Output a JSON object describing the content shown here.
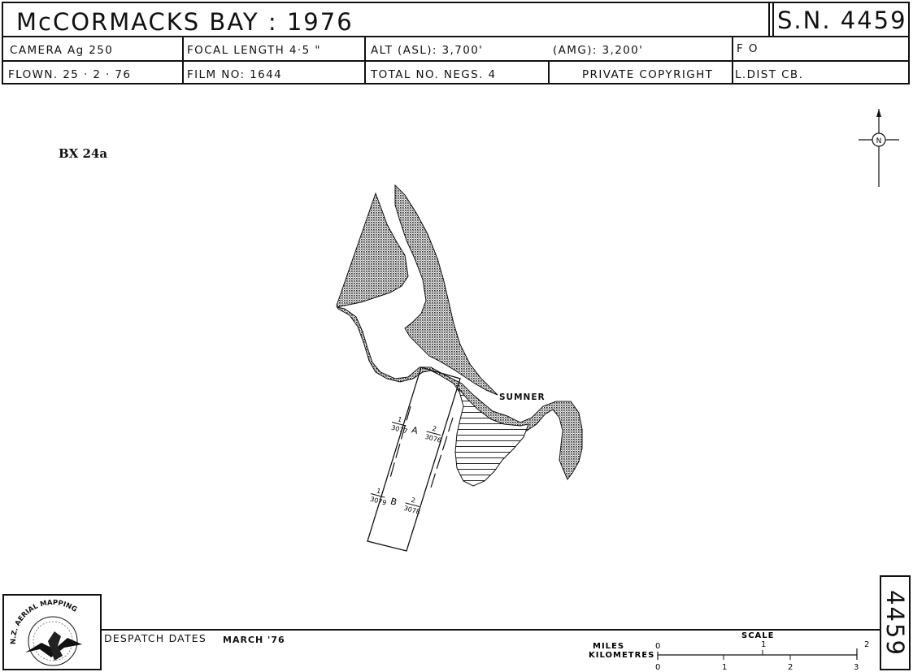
{
  "header": {
    "title": "McCORMACKS  BAY  :  1976",
    "sheet": "S.N. 4459",
    "camera": "CAMERA  Ag  250",
    "focal_length": "FOCAL  LENGTH  4·5 \"",
    "alt_asl": "ALT (ASL):  3,700'",
    "amg": "(AMG):  3,200'",
    "fo": "F O",
    "flown": "FLOWN.   25 · 2 · 76",
    "film_no": "FILM  NO:  1644",
    "total_negs": "TOTAL  NO.  NEGS.  4",
    "copyright": "PRIVATE  COPYRIGHT",
    "dist": "L.DIST   CB."
  },
  "map": {
    "sheet_ref": "BX 24a",
    "place_label": "SUMNER",
    "north_label": "N",
    "run_a": {
      "letter": "A",
      "left_num": "1",
      "left_photo": "3077",
      "right_num": "2",
      "right_photo": "3076"
    },
    "run_b": {
      "letter": "B",
      "left_num": "1",
      "left_photo": "3079",
      "right_num": "2",
      "right_photo": "3078"
    }
  },
  "footer": {
    "despatch_label": "DESPATCH  DATES",
    "despatch_value": "MARCH  '76",
    "scale_title": "SCALE",
    "miles_label": "MILES",
    "km_label": "KILOMETRES",
    "miles_ticks": [
      "0",
      "1",
      "2"
    ],
    "km_ticks": [
      "0",
      "1",
      "2",
      "3"
    ],
    "sheet_number": "4459",
    "logo_text": "N.Z. AERIAL MAPPING"
  }
}
